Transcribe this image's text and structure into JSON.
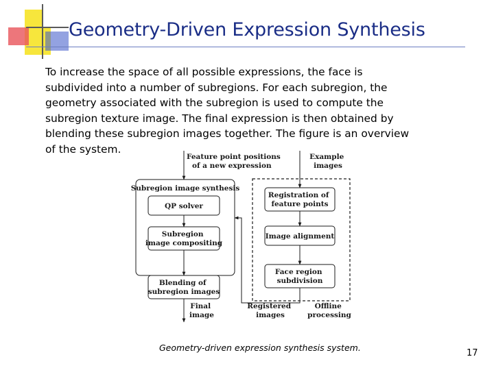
{
  "slide": {
    "title": "Geometry-Driven Expression Synthesis",
    "body": "To increase the space of all possible expressions, the face is subdivided into a number of subregions. For each subregion, the geometry associated with the subregion is used to compute the subregion texture image. The final expression is then obtained by blending these subregion images together. The figure is an overview of the system.",
    "caption": "Geometry-driven expression synthesis system.",
    "page_number": "17",
    "accent_colors": {
      "yellow": "#f7e63c",
      "red": "#e8545a",
      "blue": "#1a2d86"
    }
  },
  "diagram": {
    "input_feature_points": [
      "Feature point positions",
      "of a new expression"
    ],
    "input_example_images": [
      "Example",
      "images"
    ],
    "synthesis_group_label": "Subregion image synthesis",
    "qp_solver": [
      "QP solver"
    ],
    "subregion_compositing": [
      "Subregion",
      "image compositing"
    ],
    "registration": [
      "Registration of",
      "feature points"
    ],
    "image_alignment": [
      "Image alignment"
    ],
    "face_subdivision": [
      "Face region",
      "subdivision"
    ],
    "blending": [
      "Blending of",
      "subregion images"
    ],
    "final_image": [
      "Final",
      "image"
    ],
    "registered_images": [
      "Registered",
      "images"
    ],
    "offline_processing": [
      "Offline",
      "processing"
    ]
  }
}
